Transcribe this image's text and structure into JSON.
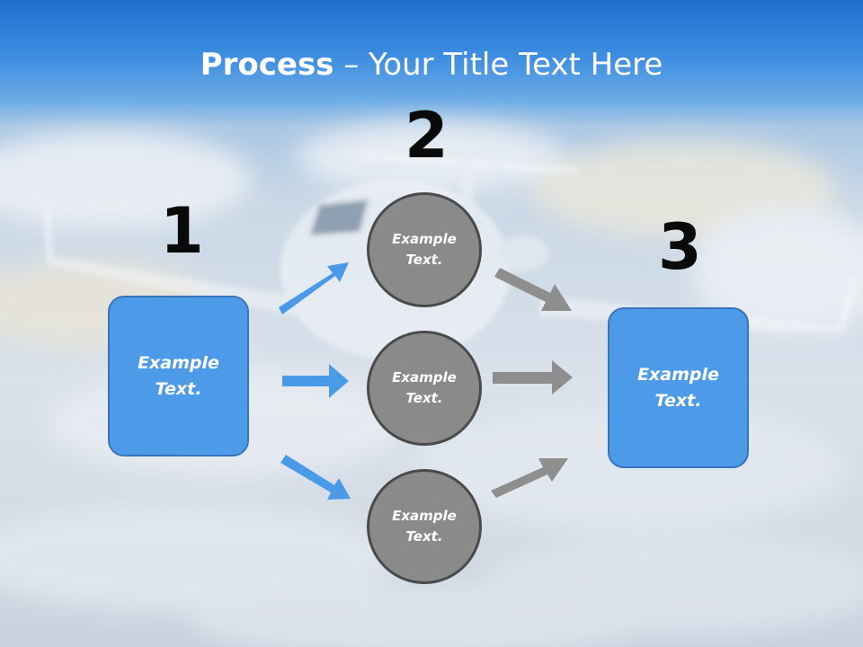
{
  "title": {
    "bold": "Process",
    "rest": " – Your Title Text Here"
  },
  "steps": {
    "one": "1",
    "two": "2",
    "three": "3"
  },
  "left_box": {
    "text": "Example Text."
  },
  "right_box": {
    "text": "Example Text."
  },
  "circles": [
    {
      "text": "Example Text."
    },
    {
      "text": "Example Text."
    },
    {
      "text": "Example Text."
    }
  ],
  "colors": {
    "box_fill": "#4d9be8",
    "box_border": "#3a74b8",
    "circle_fill": "#8a8a8a",
    "circle_border": "#4a4a4a",
    "blue_arrow": "#4a9ae8",
    "gray_arrow": "#8e8e8e",
    "title_band": "#2a7bd8"
  }
}
